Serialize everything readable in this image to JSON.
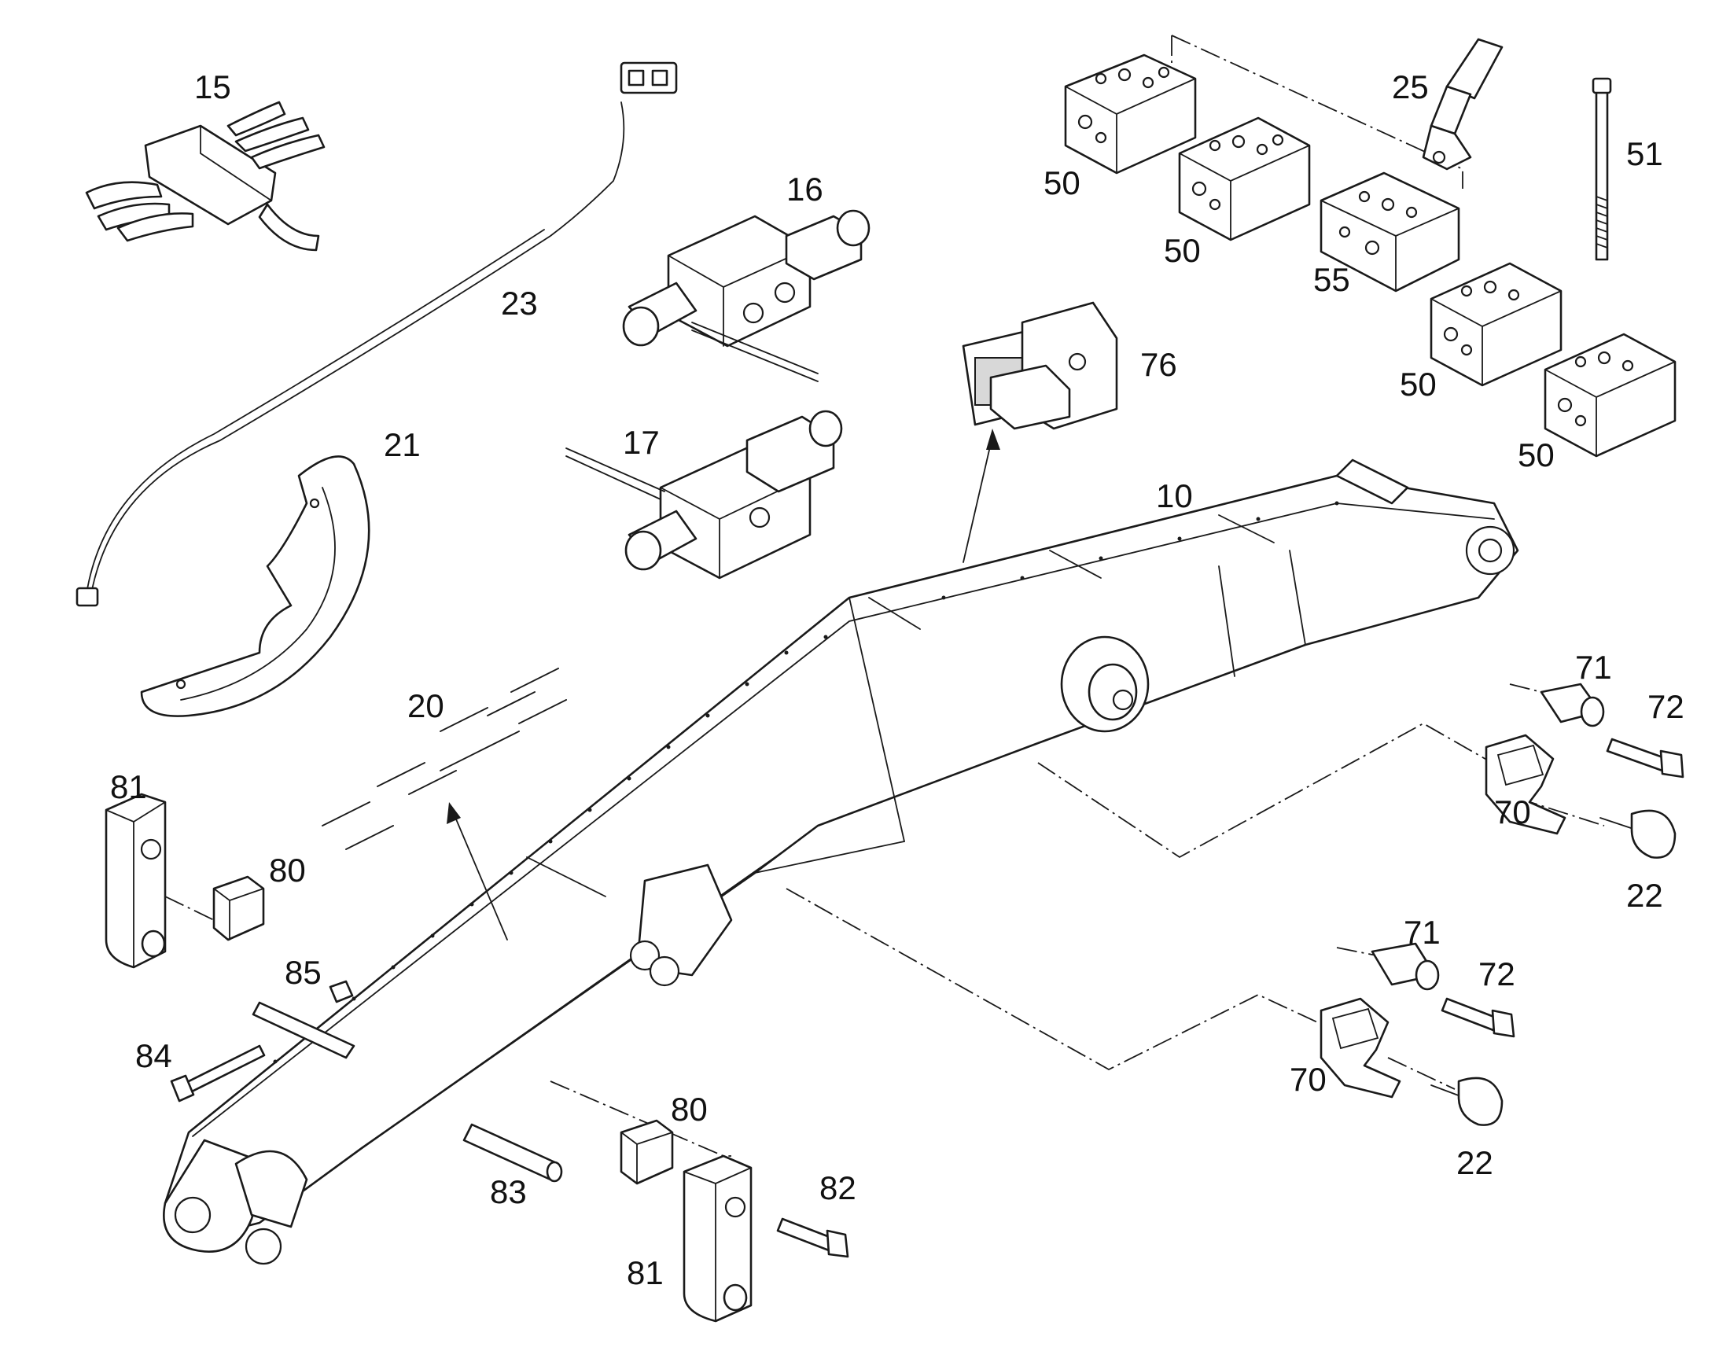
{
  "diagram": {
    "callouts": [
      {
        "id": "c15",
        "text": "15"
      },
      {
        "id": "c23",
        "text": "23"
      },
      {
        "id": "c16",
        "text": "16"
      },
      {
        "id": "c17",
        "text": "17"
      },
      {
        "id": "c21",
        "text": "21"
      },
      {
        "id": "c20",
        "text": "20"
      },
      {
        "id": "c81a",
        "text": "81"
      },
      {
        "id": "c80a",
        "text": "80"
      },
      {
        "id": "c85",
        "text": "85"
      },
      {
        "id": "c84",
        "text": "84"
      },
      {
        "id": "c83",
        "text": "83"
      },
      {
        "id": "c80b",
        "text": "80"
      },
      {
        "id": "c82",
        "text": "82"
      },
      {
        "id": "c81b",
        "text": "81"
      },
      {
        "id": "c10",
        "text": "10"
      },
      {
        "id": "c76",
        "text": "76"
      },
      {
        "id": "c50a",
        "text": "50"
      },
      {
        "id": "c50b",
        "text": "50"
      },
      {
        "id": "c55",
        "text": "55"
      },
      {
        "id": "c50c",
        "text": "50"
      },
      {
        "id": "c50d",
        "text": "50"
      },
      {
        "id": "c25",
        "text": "25"
      },
      {
        "id": "c51",
        "text": "51"
      },
      {
        "id": "c71a",
        "text": "71"
      },
      {
        "id": "c72a",
        "text": "72"
      },
      {
        "id": "c70a",
        "text": "70"
      },
      {
        "id": "c22a",
        "text": "22"
      },
      {
        "id": "c71b",
        "text": "71"
      },
      {
        "id": "c72b",
        "text": "72"
      },
      {
        "id": "c70b",
        "text": "70"
      },
      {
        "id": "c22b",
        "text": "22"
      }
    ]
  }
}
